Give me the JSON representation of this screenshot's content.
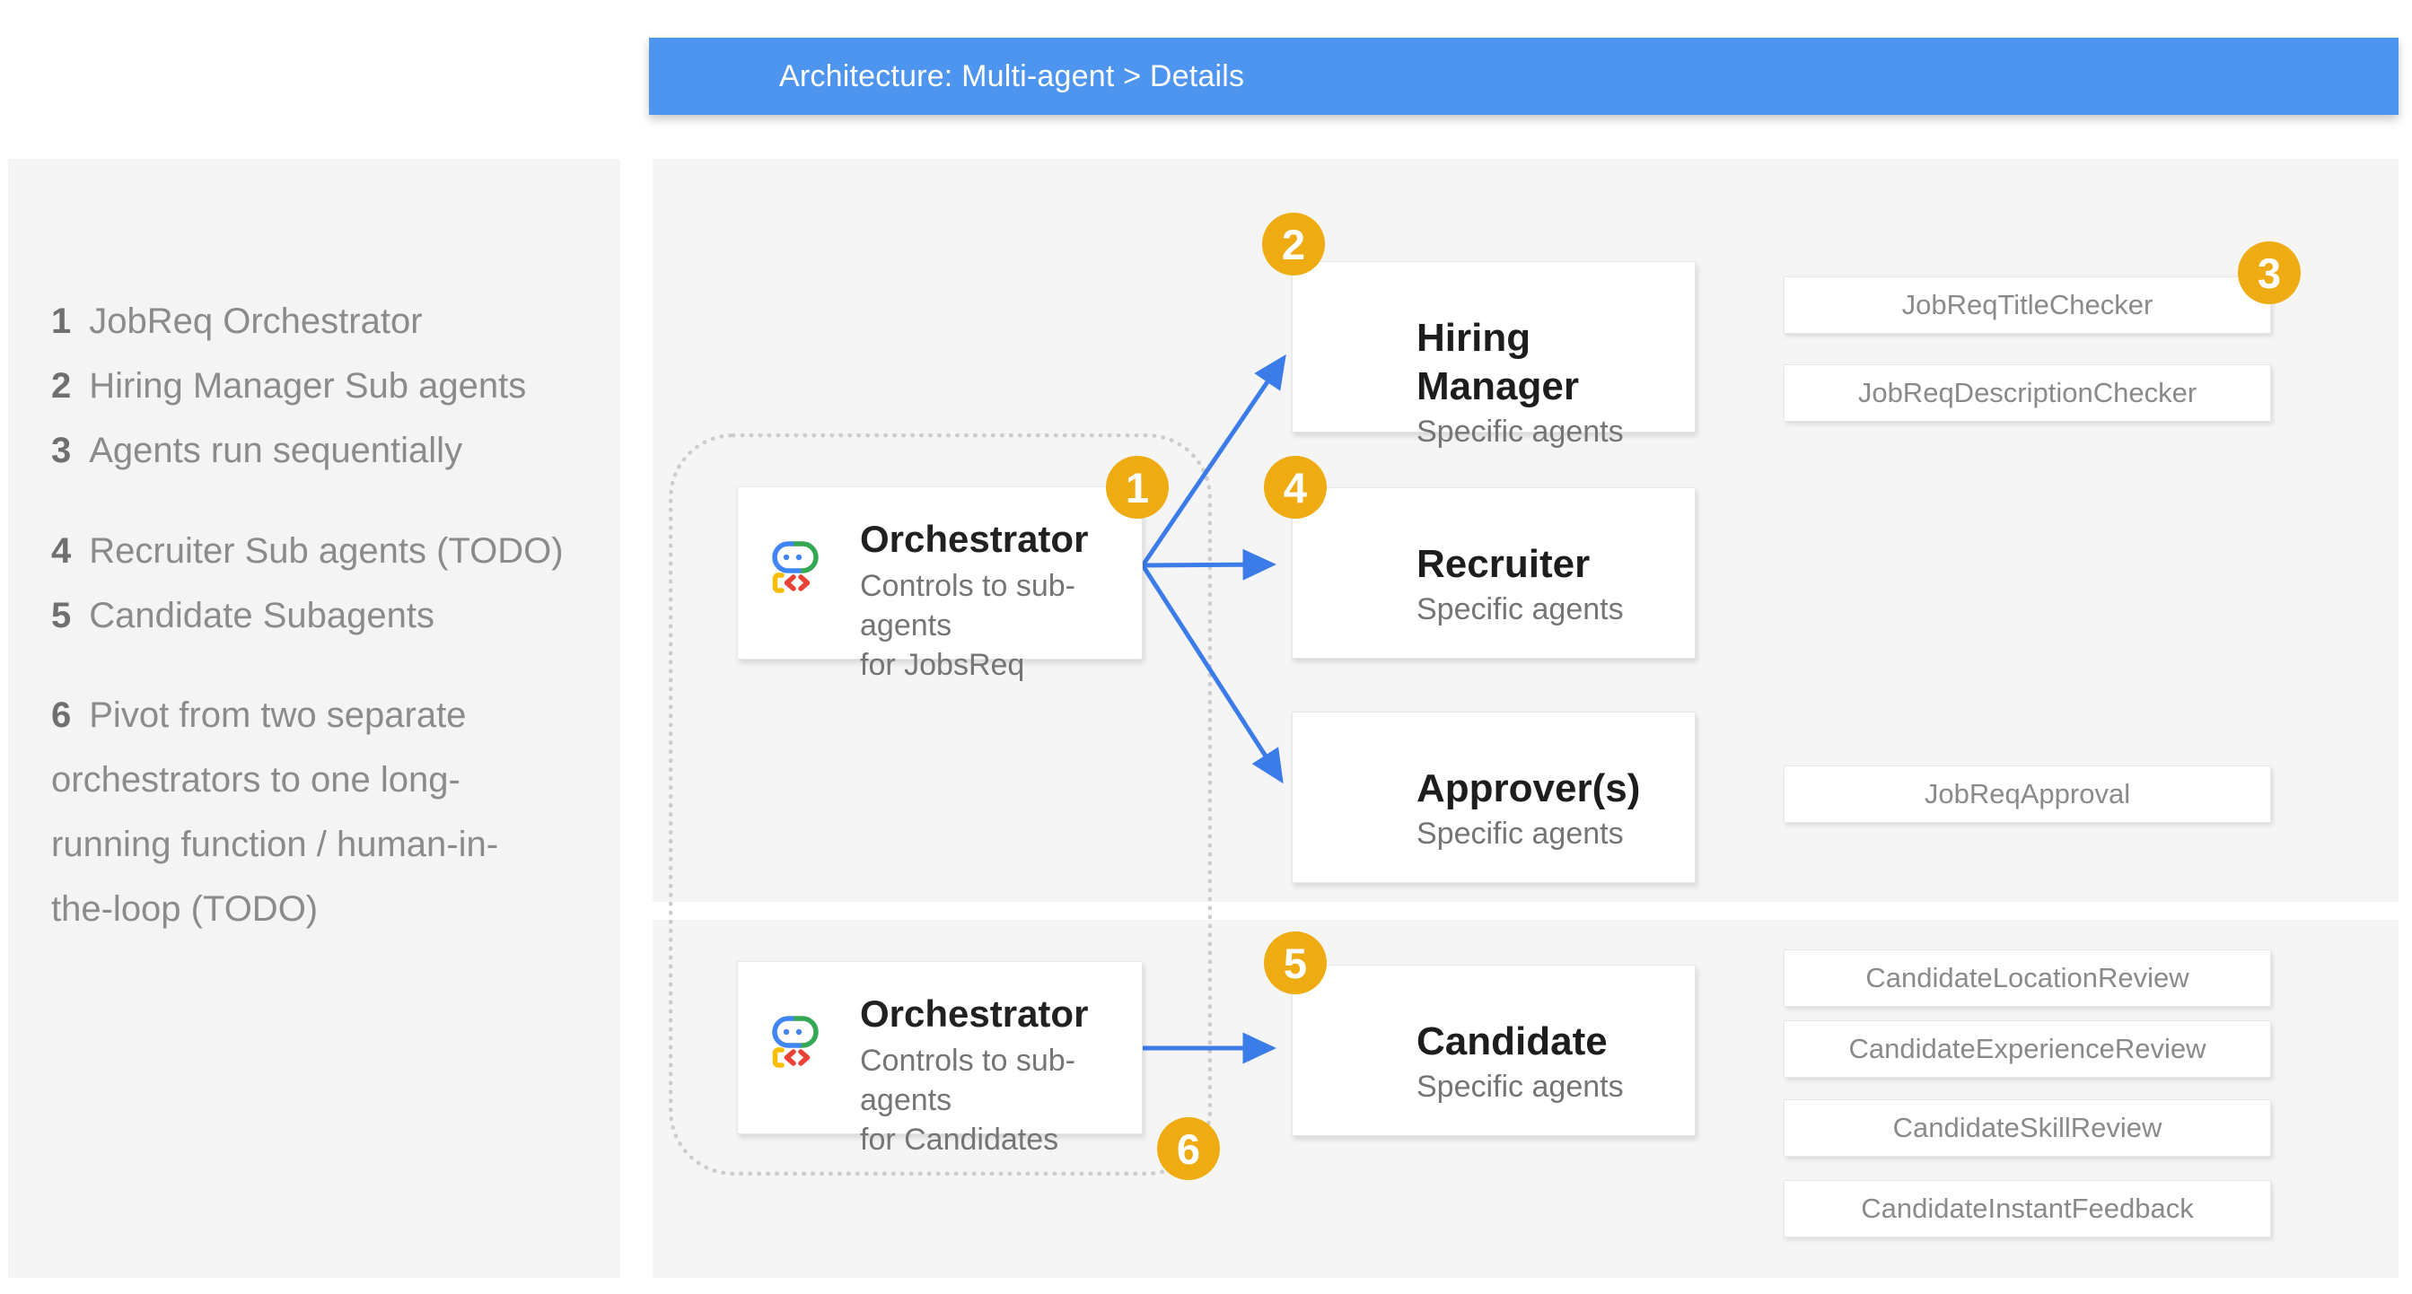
{
  "header": {
    "title": "Architecture: Multi-agent > Details"
  },
  "sidebar": {
    "items": [
      {
        "num": "1",
        "label": "JobReq Orchestrator"
      },
      {
        "num": "2",
        "label": "Hiring Manager Sub agents"
      },
      {
        "num": "3",
        "label": "Agents run sequentially"
      },
      {
        "num": "4",
        "label": "Recruiter Sub agents (TODO)"
      },
      {
        "num": "5",
        "label": "Candidate Subagents"
      }
    ],
    "note": {
      "num": "6",
      "line1": "Pivot from two separate",
      "line2": "orchestrators to one long-",
      "line3": "running function / human-in-",
      "line4": "the-loop (TODO)"
    }
  },
  "steps": {
    "s1": "1",
    "s2": "2",
    "s3": "3",
    "s4": "4",
    "s5": "5",
    "s6": "6"
  },
  "orchestrator_jobsreq": {
    "title": "Orchestrator",
    "desc1": "Controls to sub-agents",
    "desc2": "for JobsReq"
  },
  "orchestrator_candidates": {
    "title": "Orchestrator",
    "desc1": "Controls to sub-agents",
    "desc2": "for Candidates"
  },
  "agents": {
    "hiring_manager": {
      "title": "Hiring Manager",
      "subtitle": "Specific agents"
    },
    "recruiter": {
      "title": "Recruiter",
      "subtitle": "Specific agents"
    },
    "approvers": {
      "title": "Approver(s)",
      "subtitle": "Specific agents"
    },
    "candidate": {
      "title": "Candidate",
      "subtitle": "Specific agents"
    }
  },
  "tools": {
    "t1": "JobReqTitleChecker",
    "t2": "JobReqDescriptionChecker",
    "t3": "JobReqApproval",
    "t4": "CandidateLocationReview",
    "t5": "CandidateExperienceReview",
    "t6": "CandidateSkillReview",
    "t7": "CandidateInstantFeedback"
  },
  "colors": {
    "header_bg": "#4E95EF",
    "arrow_blue": "#3B7CE9",
    "badge_orange": "#EFAC12",
    "panel_gray": "#F5F5F5",
    "icon_blue": "#4285F4",
    "icon_green": "#34A853",
    "icon_yellow": "#FBBC04",
    "icon_red": "#EA4335"
  }
}
